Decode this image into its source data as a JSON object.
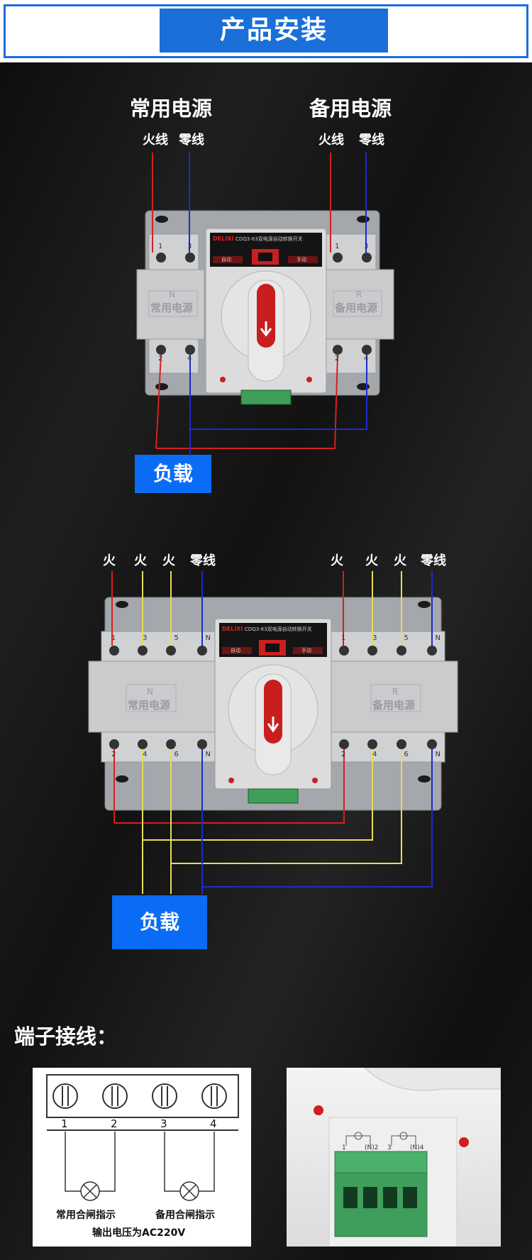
{
  "header": {
    "title": "产品安装"
  },
  "diagram1": {
    "source_normal": "常用电源",
    "source_backup": "备用电源",
    "live_left": "火线",
    "neutral_left": "零线",
    "live_right": "火线",
    "neutral_right": "零线",
    "load": "负载",
    "brand": "DELIXI",
    "model": "CDQ3-63双电源自动转换开关",
    "mode_auto": "自动",
    "mode_manual": "手动",
    "panel_left_letter": "N",
    "panel_left_text": "常用电源",
    "panel_right_letter": "R",
    "panel_right_text": "备用电源",
    "terminals_top": [
      "1",
      "3"
    ],
    "terminals_bottom": [
      "2",
      "4"
    ]
  },
  "diagram2": {
    "left_labels": [
      "火",
      "火",
      "火",
      "零线"
    ],
    "right_labels": [
      "火",
      "火",
      "火",
      "零线"
    ],
    "load": "负载",
    "brand": "DELIXI",
    "model": "CDQ3-63双电源自动转换开关",
    "mode_auto": "自动",
    "mode_manual": "手动",
    "panel_left_letter": "N",
    "panel_left_text": "常用电源",
    "panel_right_letter": "R",
    "panel_right_text": "备用电源",
    "terminals_top": [
      "1",
      "3",
      "5",
      "N"
    ],
    "terminals_bottom": [
      "2",
      "4",
      "6",
      "N"
    ]
  },
  "terminal_section": {
    "title": "端子接线：",
    "terminal_numbers": [
      "1",
      "2",
      "3",
      "4"
    ],
    "indicator_normal": "常用合闸指示",
    "indicator_backup": "备用合闸指示",
    "output_voltage": "输出电压为AC220V",
    "photo_labels": [
      "1",
      "(N)2",
      "3",
      "(N)4"
    ]
  },
  "colors": {
    "accent_blue": "#1a6fd9",
    "load_blue": "#0a6cf5",
    "wire_red": "#d81e1e",
    "wire_blue": "#1a2ccf",
    "wire_yellow": "#e8dc5a"
  }
}
